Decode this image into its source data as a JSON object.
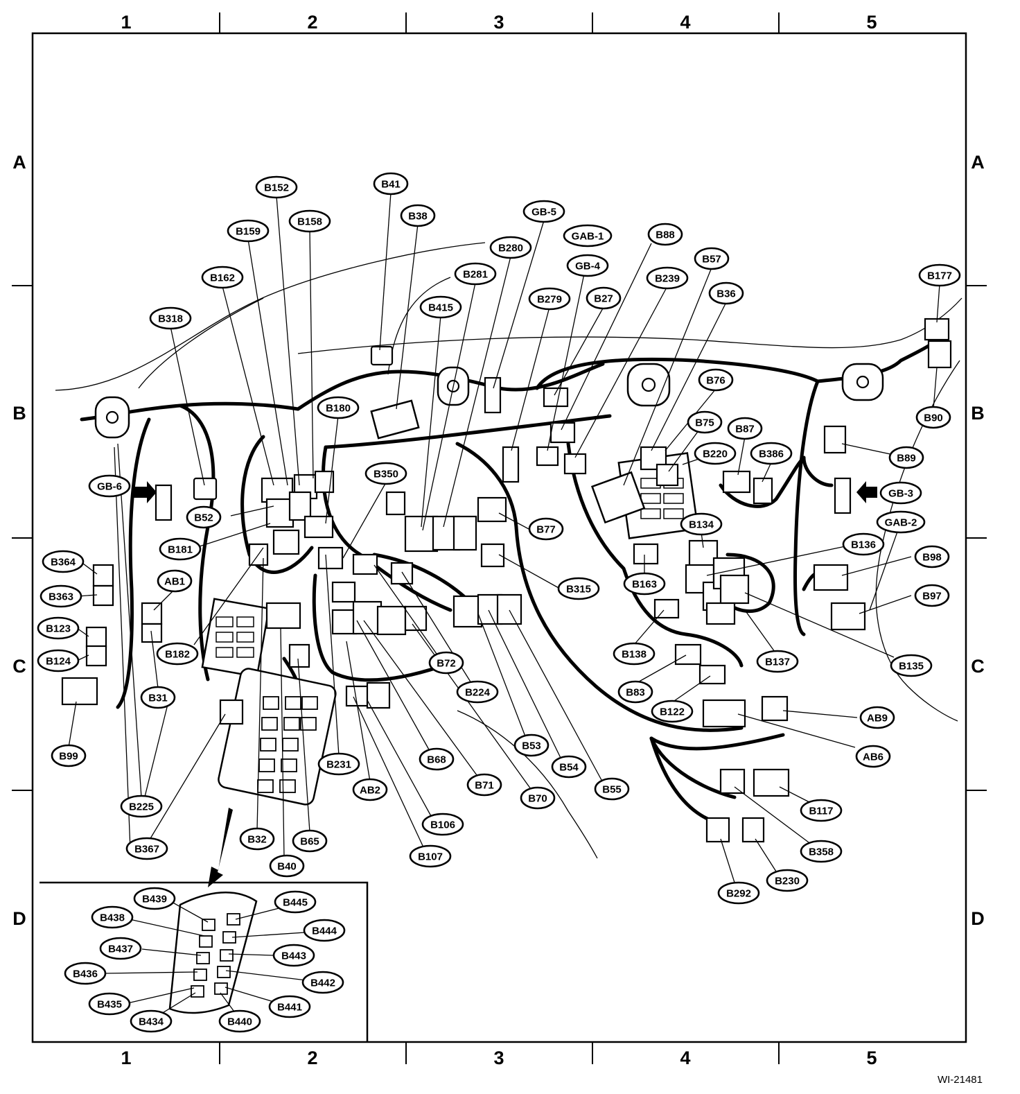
{
  "grid": {
    "columns": [
      "1",
      "2",
      "3",
      "4",
      "5"
    ],
    "rows": [
      "A",
      "B",
      "C",
      "D"
    ]
  },
  "callouts": [
    "B152",
    "B41",
    "B38",
    "B159",
    "B158",
    "GB-5",
    "B280",
    "GAB-1",
    "B88",
    "B57",
    "B162",
    "B281",
    "GB-4",
    "B239",
    "B177",
    "B318",
    "B279",
    "B27",
    "B36",
    "B415",
    "B180",
    "B76",
    "B90",
    "B75",
    "B87",
    "B220",
    "B386",
    "B89",
    "GB-6",
    "B350",
    "GB-3",
    "B52",
    "B134",
    "GAB-2",
    "B77",
    "B181",
    "B136",
    "B364",
    "B98",
    "AB1",
    "B315",
    "B163",
    "B363",
    "B97",
    "B123",
    "B182",
    "B138",
    "B137",
    "B135",
    "B124",
    "B72",
    "B83",
    "B31",
    "B224",
    "B122",
    "AB9",
    "B99",
    "B53",
    "AB6",
    "B68",
    "B231",
    "B54",
    "B71",
    "AB2",
    "B55",
    "B70",
    "B117",
    "B225",
    "B106",
    "B358",
    "B367",
    "B32",
    "B65",
    "B107",
    "B40",
    "B230",
    "B292",
    "B439",
    "B445",
    "B438",
    "B444",
    "B437",
    "B443",
    "B436",
    "B442",
    "B435",
    "B441",
    "B434",
    "B440"
  ],
  "arrow_labels": {
    "gb6": "GB-6",
    "gb3": "GB-3"
  },
  "doc_id": "WI-21481"
}
